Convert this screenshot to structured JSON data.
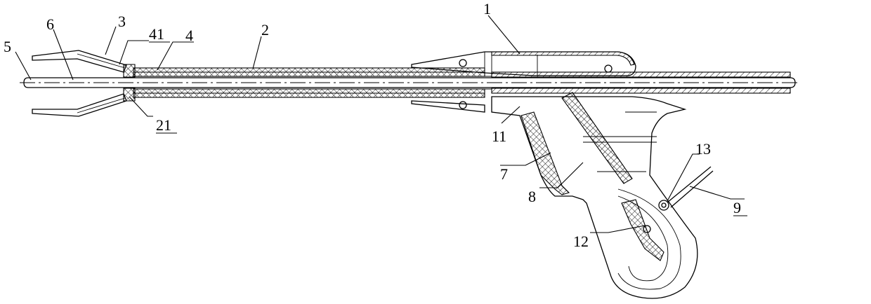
{
  "labels": {
    "l1": "1",
    "l2": "2",
    "l3": "3",
    "l4": "4",
    "l41": "41",
    "l5": "5",
    "l6": "6",
    "l7": "7",
    "l8": "8",
    "l9": "9",
    "l11": "11",
    "l12": "12",
    "l13": "13",
    "l21": "21"
  }
}
